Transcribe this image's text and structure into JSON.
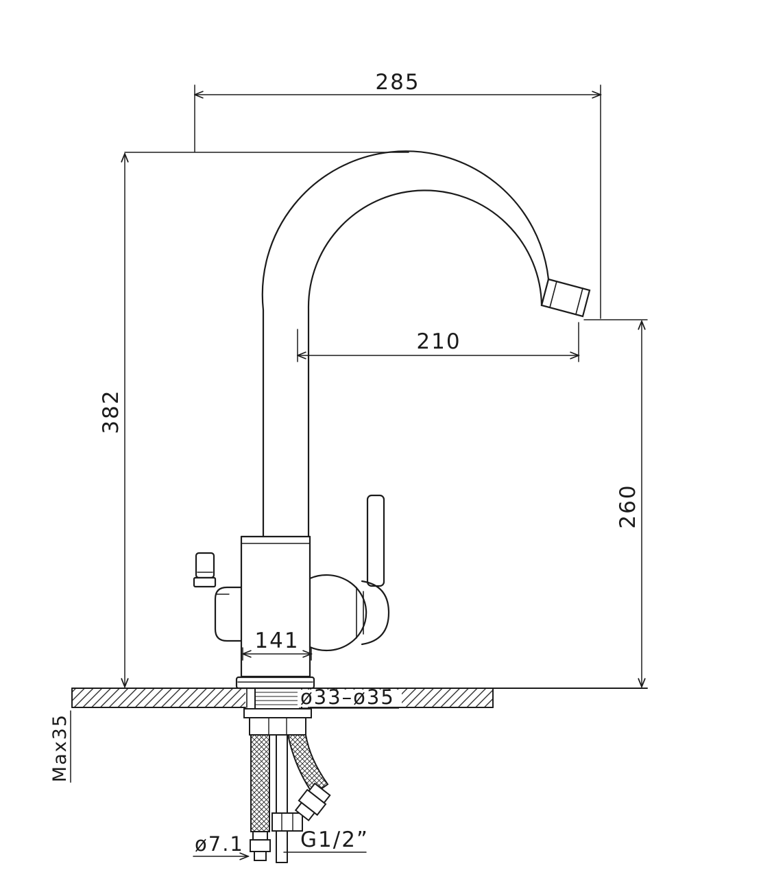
{
  "labels": {
    "width_overall": "285",
    "height_overall": "382",
    "spout_reach": "210",
    "spout_height": "260",
    "base_width": "141",
    "mounting_hole": "ø33–ø35",
    "max_counter_thickness": "Max35",
    "hose_diameter": "ø7.1",
    "thread": "G1/2”"
  },
  "colors": {
    "line": "#1b1b1b",
    "background": "#ffffff"
  }
}
